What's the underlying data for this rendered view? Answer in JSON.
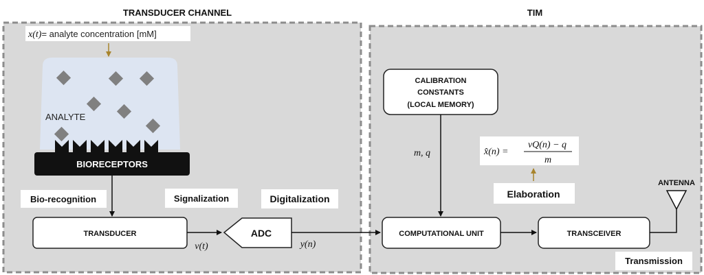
{
  "headers": {
    "transducer_channel": "TRANSDUCER CHANNEL",
    "tim": "TIM"
  },
  "input": {
    "signal": "x(t)",
    "description": "= analyte concentration [mM]"
  },
  "analyte_label": "ANALYTE",
  "bioreceptors_label": "BIORECEPTORS",
  "stages": {
    "bio_recognition": "Bio-recognition",
    "signalization": "Signalization",
    "digitalization": "Digitalization",
    "elaboration": "Elaboration",
    "transmission": "Transmission"
  },
  "blocks": {
    "transducer": "TRANSDUCER",
    "adc": "ADC",
    "computational_unit": "COMPUTATIONAL UNIT",
    "transceiver": "TRANSCEIVER",
    "calibration_line1": "CALIBRATION",
    "calibration_line2": "CONSTANTS",
    "calibration_line3": "(LOCAL MEMORY)",
    "antenna": "ANTENNA"
  },
  "signals": {
    "v_t": "v(t)",
    "y_n": "y(n)",
    "m_q": "m, q"
  },
  "formula": {
    "lhs": "x̂(n) =",
    "numerator": "vQ(n) − q",
    "denominator": "m"
  },
  "colors": {
    "panel": "#d9d9d9",
    "dashed_border": "#8c8c8c",
    "solution": "#dde6f3",
    "particles": "#808080",
    "bioreceptor": "#111111",
    "arrow_gold": "#a8842c"
  }
}
